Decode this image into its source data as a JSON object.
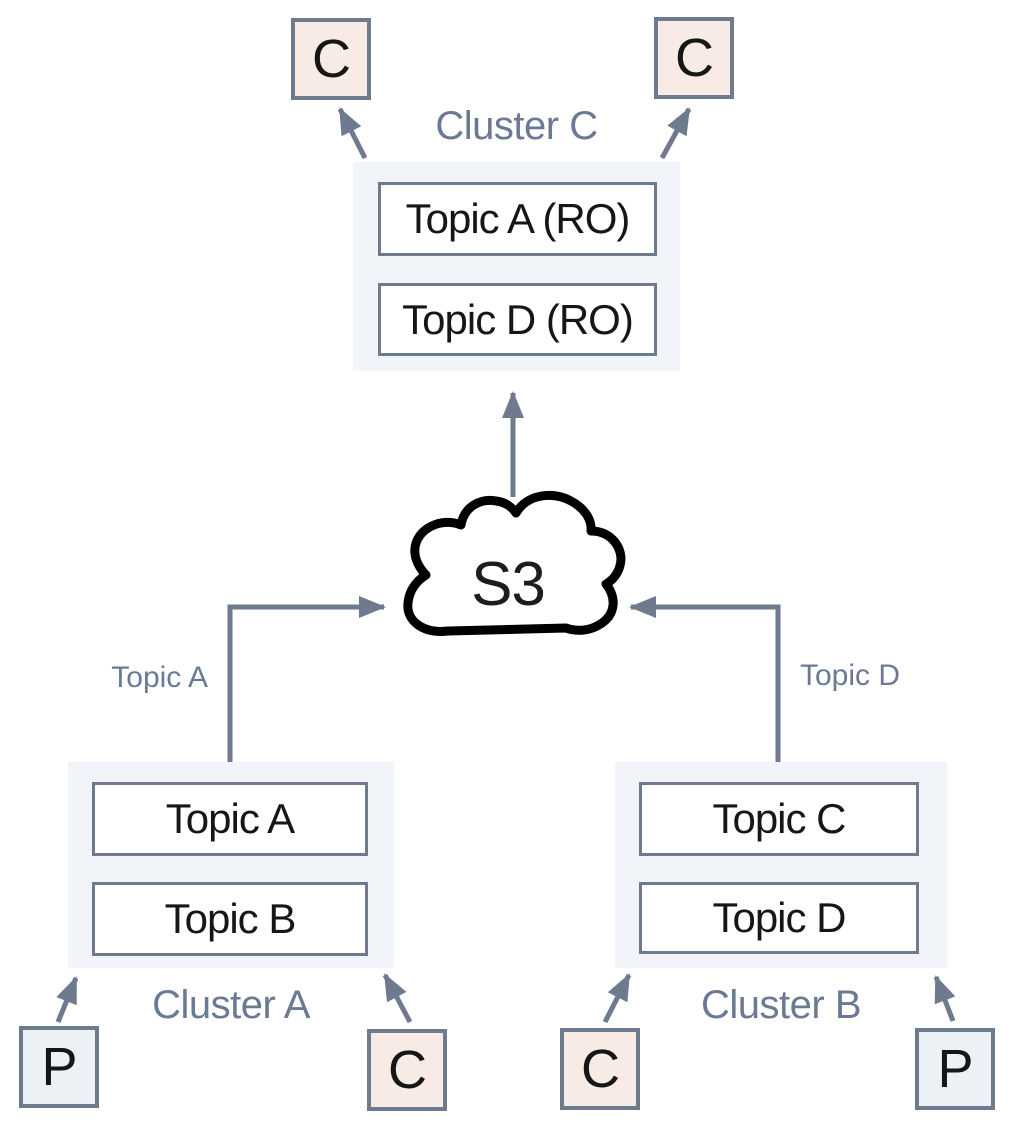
{
  "cluster_c": {
    "label": "Cluster C",
    "topic_1": "Topic A (RO)",
    "topic_2": "Topic D (RO)"
  },
  "cluster_a": {
    "label": "Cluster A",
    "topic_1": "Topic A",
    "topic_2": "Topic B"
  },
  "cluster_b": {
    "label": "Cluster B",
    "topic_1": "Topic C",
    "topic_2": "Topic D"
  },
  "s3_label": "S3",
  "edge_labels": {
    "from_cluster_a": "Topic A",
    "from_cluster_b": "Topic D"
  },
  "nodes": {
    "consumer_c_left": "C",
    "consumer_c_right": "C",
    "producer_a": "P",
    "consumer_a": "C",
    "consumer_b": "C",
    "producer_b": "P"
  },
  "colors": {
    "consumer_fill": "#f8eae4",
    "producer_fill": "#edf1f6",
    "cluster_fill": "#f1f4f9",
    "topic_fill": "#ffffff",
    "line": "#6e7a8e",
    "label_text": "#6b7a94",
    "text": "#161616"
  }
}
